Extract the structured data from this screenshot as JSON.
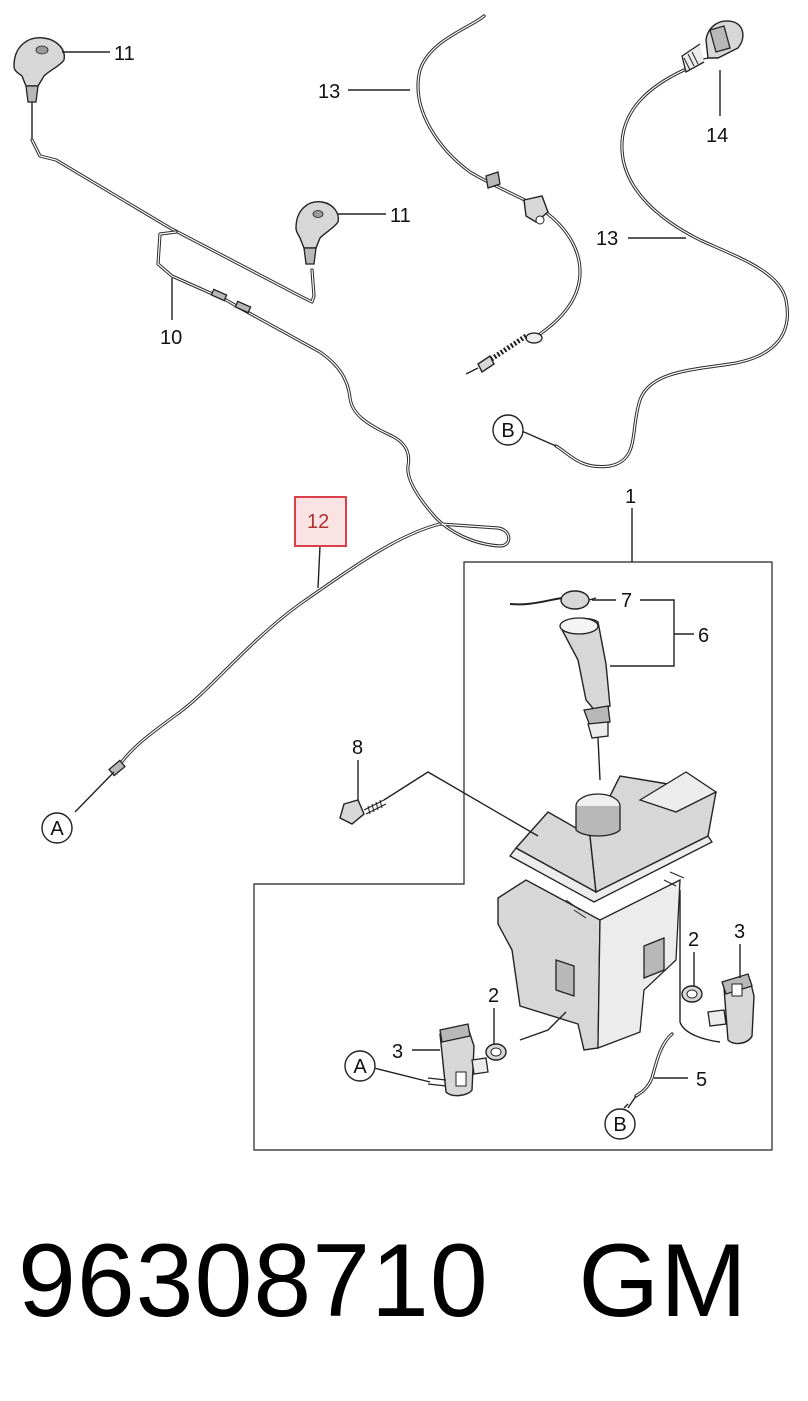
{
  "part_labels": {
    "l1": "1",
    "l2a": "2",
    "l2b": "2",
    "l3a": "3",
    "l3b": "3",
    "l5": "5",
    "l6": "6",
    "l7": "7",
    "l8": "8",
    "l10": "10",
    "l11a": "11",
    "l11b": "11",
    "l12": "12",
    "l13a": "13",
    "l13b": "13",
    "l14": "14"
  },
  "references": {
    "a1": "A",
    "a2": "A",
    "b1": "B",
    "b2": "B"
  },
  "highlight": {
    "label": "12",
    "border_color": "#d9414b",
    "fill_color": "#fbe3e4"
  },
  "footer": {
    "part_number": "96308710",
    "brand": "GM"
  }
}
